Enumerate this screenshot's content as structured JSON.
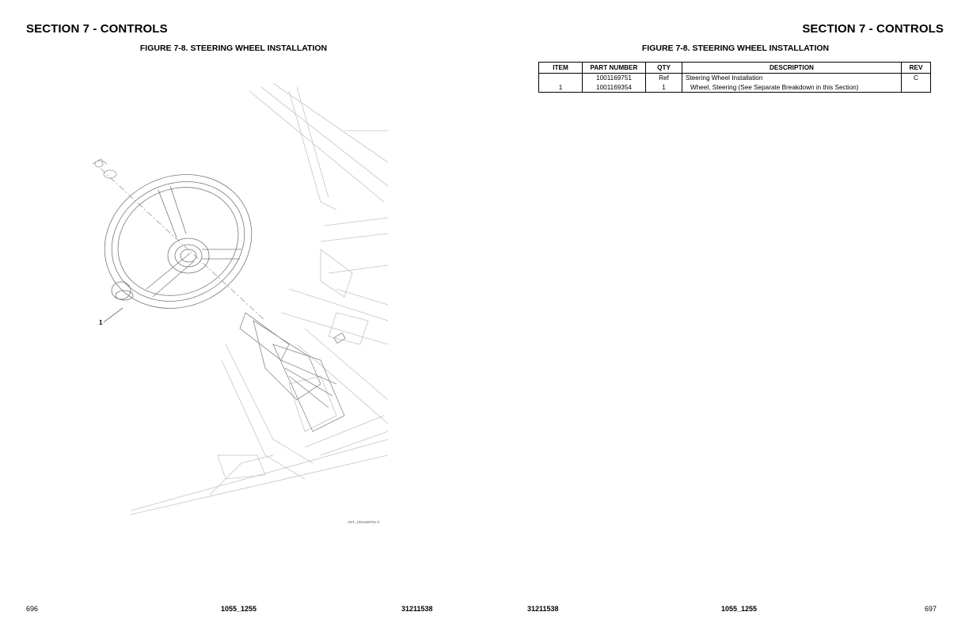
{
  "left_page": {
    "section_title": "SECTION 7 - CONTROLS",
    "figure_title": "FIGURE 7-8. STEERING WHEEL INSTALLATION",
    "callout_label": "1",
    "art_code": "ART_1001169751-C",
    "footer": {
      "page_number": "696",
      "model": "1055_1255",
      "doc_number": "31211538"
    }
  },
  "right_page": {
    "section_title": "SECTION 7 - CONTROLS",
    "figure_title": "FIGURE 7-8. STEERING WHEEL INSTALLATION",
    "table": {
      "headers": [
        "ITEM",
        "PART NUMBER",
        "QTY",
        "DESCRIPTION",
        "REV"
      ],
      "rows": [
        {
          "item": "",
          "part_number": "1001169751",
          "qty": "Ref",
          "description": "Steering Wheel Installation",
          "rev": "C"
        },
        {
          "item": "1",
          "part_number": "1001169354",
          "qty": "1",
          "description": "Wheel, Steering (See Separate Breakdown in this Section)",
          "rev": ""
        }
      ]
    },
    "footer": {
      "doc_number": "31211538",
      "model": "1055_1255",
      "page_number": "697"
    }
  }
}
